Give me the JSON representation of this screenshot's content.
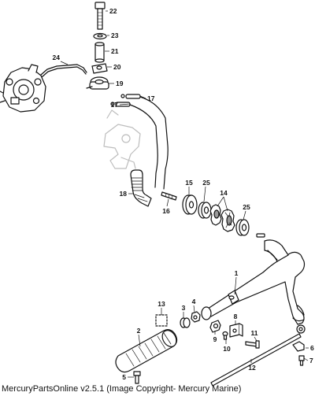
{
  "diagram": {
    "callouts": [
      "1",
      "2",
      "3",
      "4",
      "5",
      "6",
      "7",
      "8",
      "9",
      "10",
      "11",
      "12",
      "13",
      "14",
      "15",
      "16",
      "17",
      "17",
      "18",
      "19",
      "20",
      "21",
      "22",
      "23",
      "24",
      "25",
      "25"
    ],
    "colors": {
      "ink": "#111111",
      "part_fill": "#ffffff",
      "ghost": "#bdbdbd",
      "shade": "#9a9a9a"
    }
  },
  "footer": {
    "caption": "MercuryPartsOnline v2.5.1 (Image Copyright- Mercury Marine)"
  }
}
